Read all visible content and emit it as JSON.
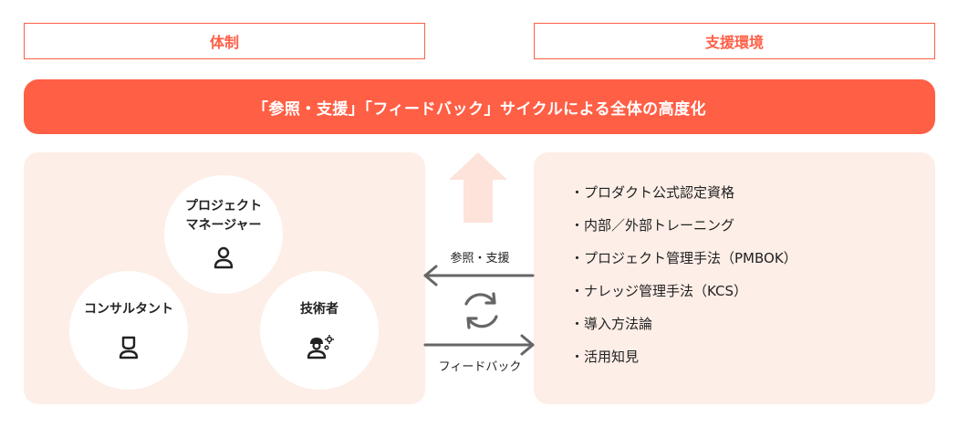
{
  "headers": {
    "left": "体制",
    "right": "支援環境"
  },
  "banner": {
    "text": "「参照・支援」「フィードバック」サイクルによる全体の高度化"
  },
  "roles": {
    "pm_line1": "プロジェクト",
    "pm_line2": "マネージャー",
    "consultant": "コンサルタント",
    "engineer": "技術者"
  },
  "flow": {
    "reference_label": "参照・支援",
    "feedback_label": "フィードバック"
  },
  "resources": [
    "・プロダクト公式認定資格",
    "・内部／外部トレーニング",
    "・プロジェクト管理手法（PMBOK）",
    "・ナレッジ管理手法（KCS）",
    "・導入方法論",
    "・活用知見"
  ],
  "colors": {
    "accent": "#ff5f45",
    "panel_bg": "#fdeee7",
    "arrow_gray": "#666666",
    "up_arrow": "#fde3d9"
  },
  "icons": {
    "pm": "person-icon",
    "consultant": "person-icon",
    "engineer": "engineer-gear-icon",
    "cycle": "cycle-arrows-icon"
  }
}
